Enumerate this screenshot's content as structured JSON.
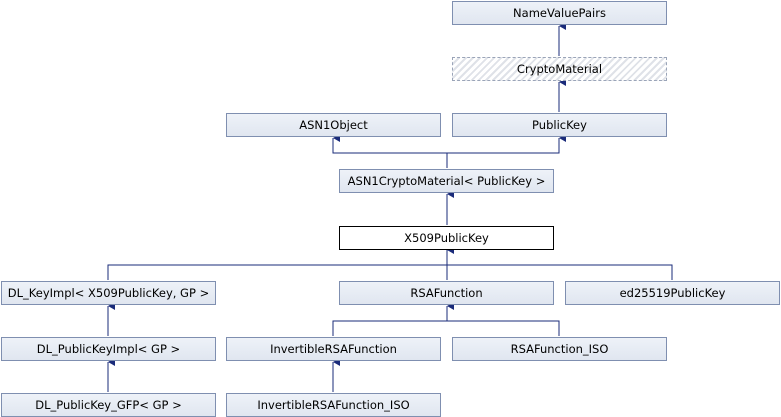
{
  "nodes": {
    "name_value_pairs": "NameValuePairs",
    "crypto_material": "CryptoMaterial",
    "asn1_object": "ASN1Object",
    "public_key": "PublicKey",
    "asn1_crypto_material": "ASN1CryptoMaterial< PublicKey >",
    "x509_public_key": "X509PublicKey",
    "dl_key_impl": "DL_KeyImpl< X509PublicKey, GP >",
    "rsa_function": "RSAFunction",
    "ed25519_public_key": "ed25519PublicKey",
    "dl_public_key_impl": "DL_PublicKeyImpl< GP >",
    "invertible_rsa_function": "InvertibleRSAFunction",
    "rsa_function_iso": "RSAFunction_ISO",
    "dl_public_key_gfp": "DL_PublicKey_GFP< GP >",
    "invertible_rsa_function_iso": "InvertibleRSAFunction_ISO"
  },
  "colors": {
    "edge": "#1a2b7a",
    "node_border": "#7f8fb0",
    "node_fill": "#e6ebf3",
    "focus_border": "#000000"
  }
}
